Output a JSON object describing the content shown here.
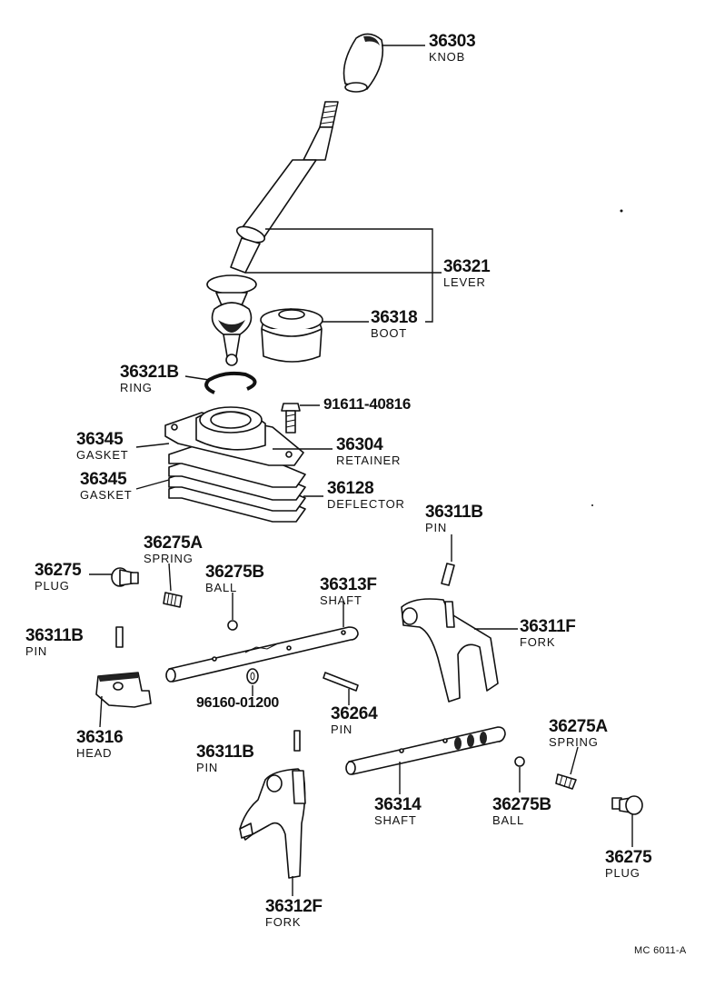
{
  "parts": {
    "knob": {
      "number": "36303",
      "name": "KNOB"
    },
    "lever": {
      "number": "36321",
      "name": "LEVER"
    },
    "boot": {
      "number": "36318",
      "name": "BOOT"
    },
    "ring": {
      "number": "36321B",
      "name": "RING"
    },
    "bolt": {
      "number": "91611-40816"
    },
    "gasket_upper": {
      "number": "36345",
      "name": "GASKET"
    },
    "retainer": {
      "number": "36304",
      "name": "RETAINER"
    },
    "gasket_lower": {
      "number": "36345",
      "name": "GASKET"
    },
    "deflector": {
      "number": "36128",
      "name": "DEFLECTOR"
    },
    "pin_fork_right": {
      "number": "36311B",
      "name": "PIN"
    },
    "spring_upper": {
      "number": "36275A",
      "name": "SPRING"
    },
    "plug_upper": {
      "number": "36275",
      "name": "PLUG"
    },
    "ball_upper": {
      "number": "36275B",
      "name": "BALL"
    },
    "shaft_upper": {
      "number": "36313F",
      "name": "SHAFT"
    },
    "fork_right": {
      "number": "36311F",
      "name": "FORK"
    },
    "pin_head": {
      "number": "36311B",
      "name": "PIN"
    },
    "snap_ring": {
      "number": "96160-01200"
    },
    "pin_36264": {
      "number": "36264",
      "name": "PIN"
    },
    "head": {
      "number": "36316",
      "name": "HEAD"
    },
    "pin_fork_lower": {
      "number": "36311B",
      "name": "PIN"
    },
    "shaft_lower": {
      "number": "36314",
      "name": "SHAFT"
    },
    "spring_lower": {
      "number": "36275A",
      "name": "SPRING"
    },
    "ball_lower": {
      "number": "36275B",
      "name": "BALL"
    },
    "plug_lower": {
      "number": "36275",
      "name": "PLUG"
    },
    "fork_lower": {
      "number": "36312F",
      "name": "FORK"
    }
  },
  "diagram_code": "MC 6011-A"
}
